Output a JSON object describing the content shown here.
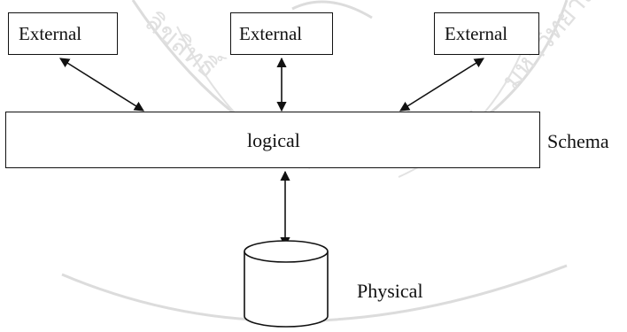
{
  "diagram": {
    "external_boxes": [
      {
        "label": "External"
      },
      {
        "label": "External"
      },
      {
        "label": "External"
      }
    ],
    "logical_label": "logical",
    "schema_label": "Schema",
    "physical_label": "Physical",
    "watermark": "มหาวิทยาลัยเชียงใหม่ สงวนลิขสิทธิ์ จอมเกล้าเจ้าคุณทหาร"
  }
}
